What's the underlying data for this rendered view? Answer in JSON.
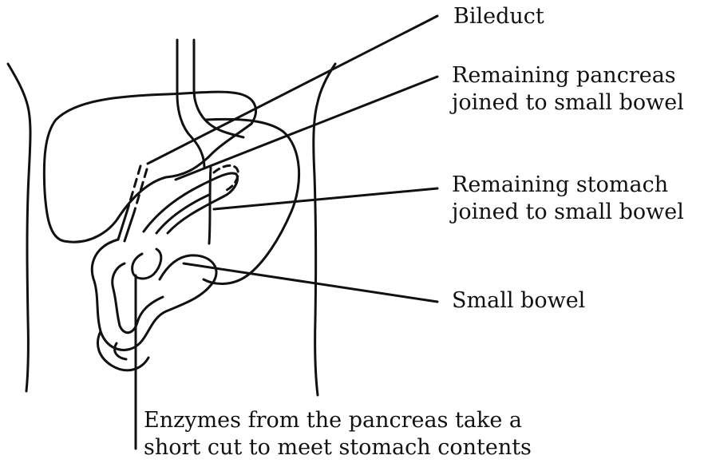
{
  "labels": {
    "bileduct": "Bileduct",
    "pancreas": [
      "Remaining pancreas",
      "joined to small bowel"
    ],
    "stomach": [
      "Remaining stomach",
      "joined to small bowel"
    ],
    "small_bowel": "Small bowel",
    "enzymes": [
      "Enzymes from the pancreas take a",
      "short cut to meet stomach contents"
    ]
  },
  "colors": {
    "line": "#111111",
    "background": "#ffffff"
  }
}
